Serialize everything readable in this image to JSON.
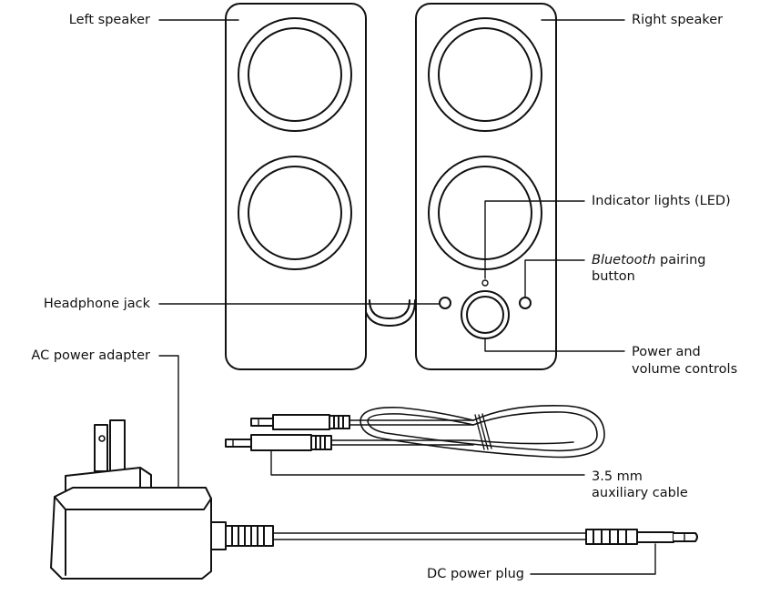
{
  "labels": {
    "left_speaker": "Left speaker",
    "right_speaker": "Right speaker",
    "indicator_lights": "Indicator lights (LED)",
    "bluetooth_pairing_italic": "Bluetooth",
    "bluetooth_pairing_rest": " pairing",
    "bluetooth_pairing_line2": "button",
    "headphone_jack": "Headphone jack",
    "power_volume_line1": "Power and",
    "power_volume_line2": "volume controls",
    "ac_power_adapter": "AC power adapter",
    "aux_cable_line1": "3.5 mm",
    "aux_cable_line2": "auxiliary cable",
    "dc_power_plug": "DC power plug"
  },
  "style": {
    "line_color": "#111111",
    "background": "#ffffff"
  }
}
